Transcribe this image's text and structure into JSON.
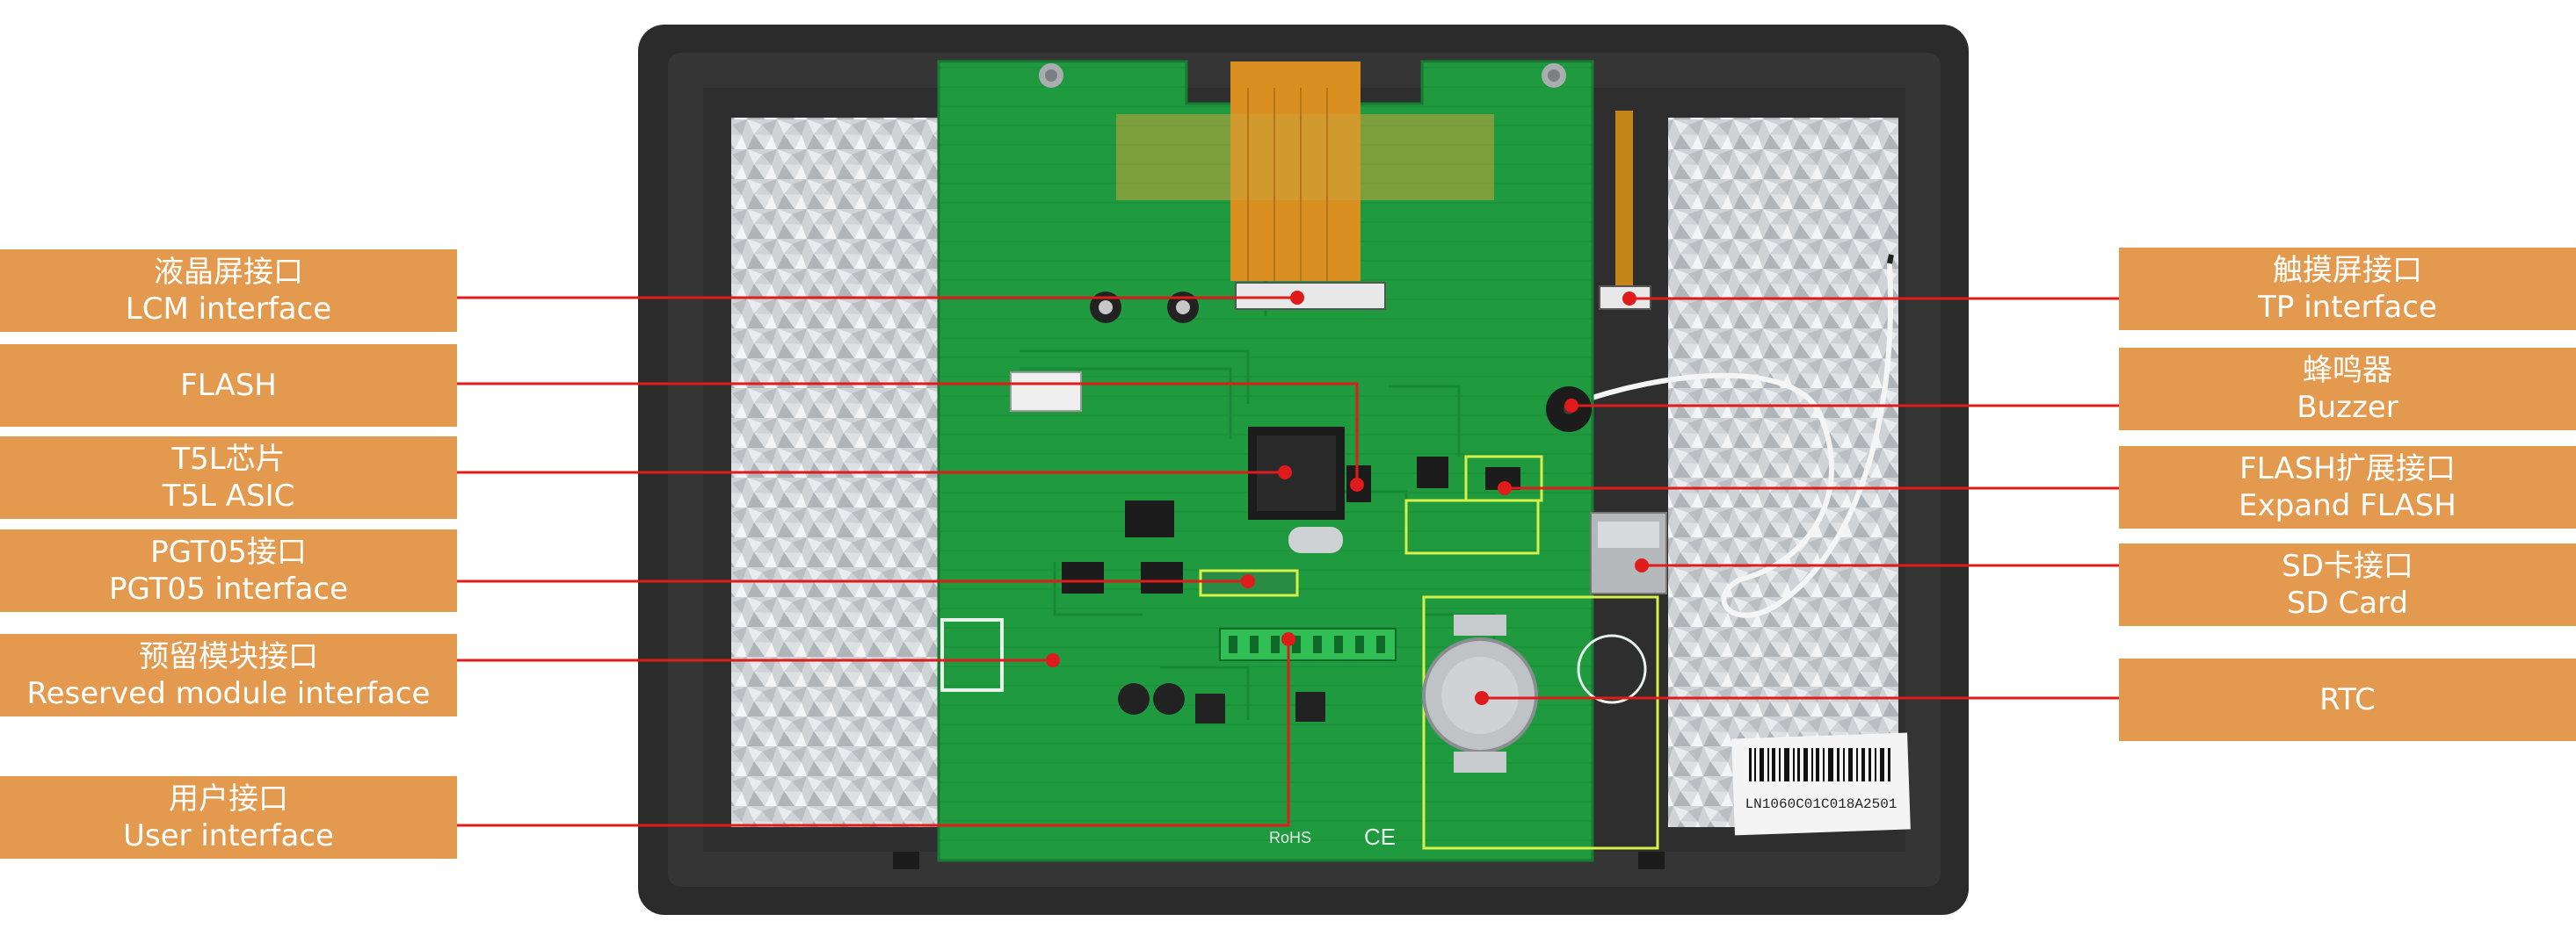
{
  "board": {
    "marks": {
      "rohs": "RoHS",
      "ce": "CE",
      "barcode_caption": "LN1060C01C018A2501"
    },
    "colors": {
      "frame": "#2b2b2b",
      "pcb": "#1f9a3f",
      "label_bg": "#e49a4e",
      "label_text": "#ffffff",
      "callout": "#e01b1b",
      "highlight_box": "#d7f04a",
      "flex_cable": "#d99021"
    }
  },
  "callouts_left": [
    {
      "id": "lcm",
      "zh": "液晶屏接口",
      "en": "LCM interface"
    },
    {
      "id": "flash",
      "zh": "FLASH",
      "en": ""
    },
    {
      "id": "t5l",
      "zh": "T5L芯片",
      "en": "T5L ASIC"
    },
    {
      "id": "pgt05",
      "zh": "PGT05接口",
      "en": "PGT05 interface"
    },
    {
      "id": "reserved",
      "zh": "预留模块接口",
      "en": "Reserved module interface"
    },
    {
      "id": "user",
      "zh": "用户接口",
      "en": "User interface"
    }
  ],
  "callouts_right": [
    {
      "id": "tp",
      "zh": "触摸屏接口",
      "en": "TP interface"
    },
    {
      "id": "buzzer",
      "zh": "蜂鸣器",
      "en": "Buzzer"
    },
    {
      "id": "expand_flash",
      "zh": "FLASH扩展接口",
      "en": "Expand FLASH"
    },
    {
      "id": "sd",
      "zh": "SD卡接口",
      "en": "SD Card"
    },
    {
      "id": "rtc",
      "zh": "RTC",
      "en": ""
    }
  ]
}
